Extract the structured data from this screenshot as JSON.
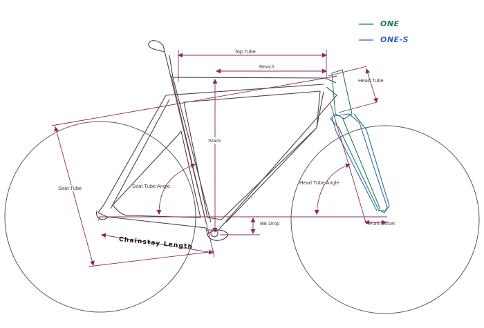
{
  "legend": [
    {
      "name": "ONE",
      "color": "#1b7a5a"
    },
    {
      "name": "ONE-S",
      "color": "#2f5fc0"
    }
  ],
  "labels": {
    "top_tube": "Top Tube",
    "reach": "Reach",
    "head_tube": "Head Tube",
    "stack": "Stack",
    "seat_tube": "Seat Tube",
    "seat_tube_angle": "Seat Tube Angle",
    "head_tube_angle": "Head Tube Angle",
    "bb_drop": "BB Drop",
    "fork_offset": "Fork Offset",
    "chainstay_length": "Chainstay Length"
  },
  "colors": {
    "dimension": "#8a2a5c",
    "frame": "#444444",
    "wheel": "#555555"
  }
}
